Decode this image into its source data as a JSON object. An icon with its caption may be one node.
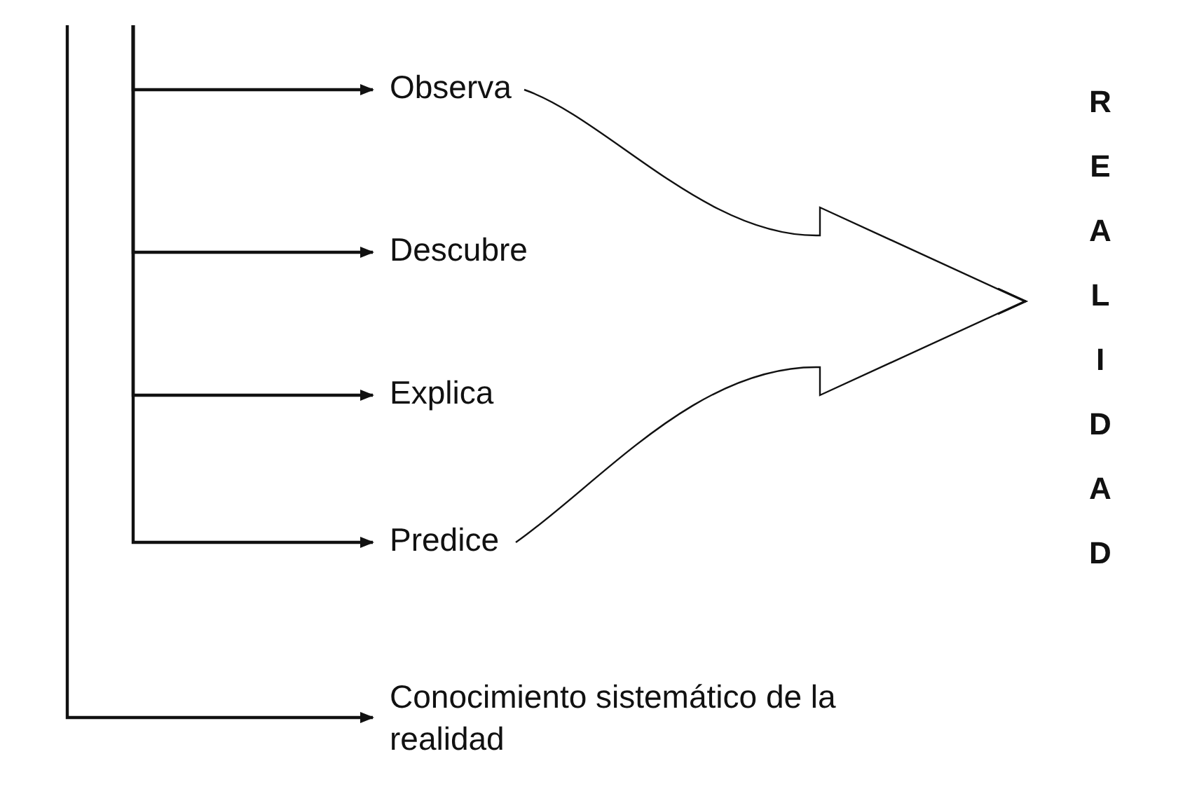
{
  "diagram": {
    "nodes": [
      {
        "text": [
          "Observa"
        ]
      },
      {
        "text": [
          "Descubre"
        ]
      },
      {
        "text": [
          "Explica"
        ]
      },
      {
        "text": [
          "Predice"
        ]
      },
      {
        "text": [
          "Conocimiento sistemático de la realidad"
        ]
      },
      {
        "text": [
          "R E A L I D A D"
        ]
      }
    ],
    "edges": [
      {
        "from": null,
        "to": 0,
        "arrow": "to"
      },
      {
        "from": null,
        "to": 1,
        "arrow": "to"
      },
      {
        "from": null,
        "to": 2,
        "arrow": "to"
      },
      {
        "from": null,
        "to": 3,
        "arrow": "to"
      },
      {
        "from": null,
        "to": 4,
        "arrow": "to"
      },
      {
        "from": 0,
        "to": 5,
        "arrow": "to"
      },
      {
        "from": 3,
        "to": 5,
        "arrow": "to"
      }
    ]
  }
}
